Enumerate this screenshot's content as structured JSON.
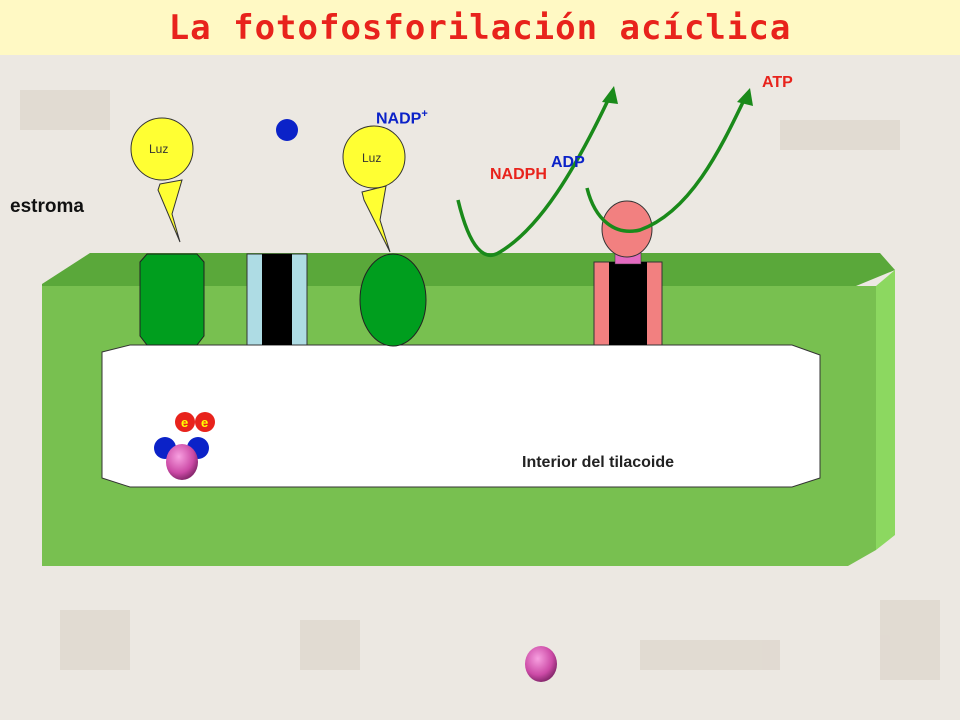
{
  "title": "La fotofosforilación acíclica",
  "labels": {
    "estroma": "estroma",
    "nadp": "NADP",
    "nadp_superscript": "+",
    "nadph": "NADPH",
    "adp": "ADP",
    "atp": "ATP",
    "interior": "Interior del tilacoide",
    "luz": "Luz",
    "electron": "e"
  },
  "colors": {
    "title": "#e8231c",
    "title_bg": "#fff9c4",
    "membrane": "#78c050",
    "membrane_side": "#8cd860",
    "photosystem": "#009e1e",
    "arrow": "#1a8a1a",
    "electron": "#e8231c",
    "proton": "#0b22c8",
    "atp_synthase": "#f28080",
    "light": "#ffff33"
  }
}
